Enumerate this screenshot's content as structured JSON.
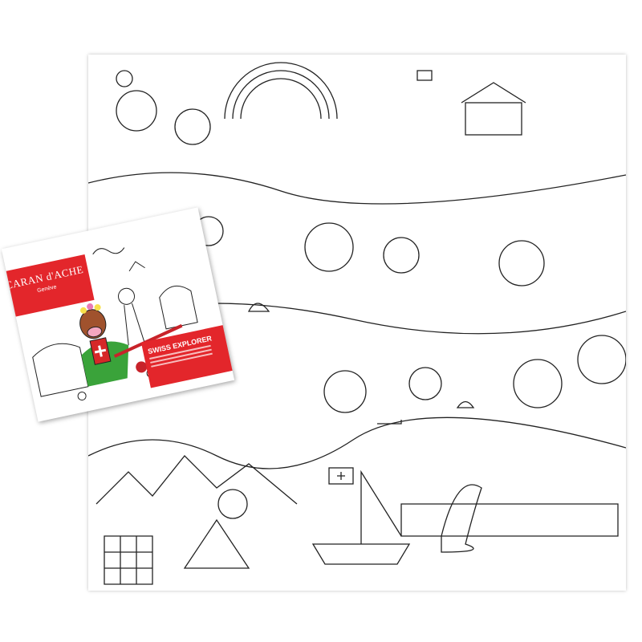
{
  "product": {
    "brand": "CARAN d'ACHE",
    "city": "Genève",
    "title": "SWISS EXPLORER"
  },
  "colors": {
    "brand_red": "#e3262b",
    "line": "#222222",
    "grass": "#3aa33a",
    "cow": "#a0522d"
  }
}
